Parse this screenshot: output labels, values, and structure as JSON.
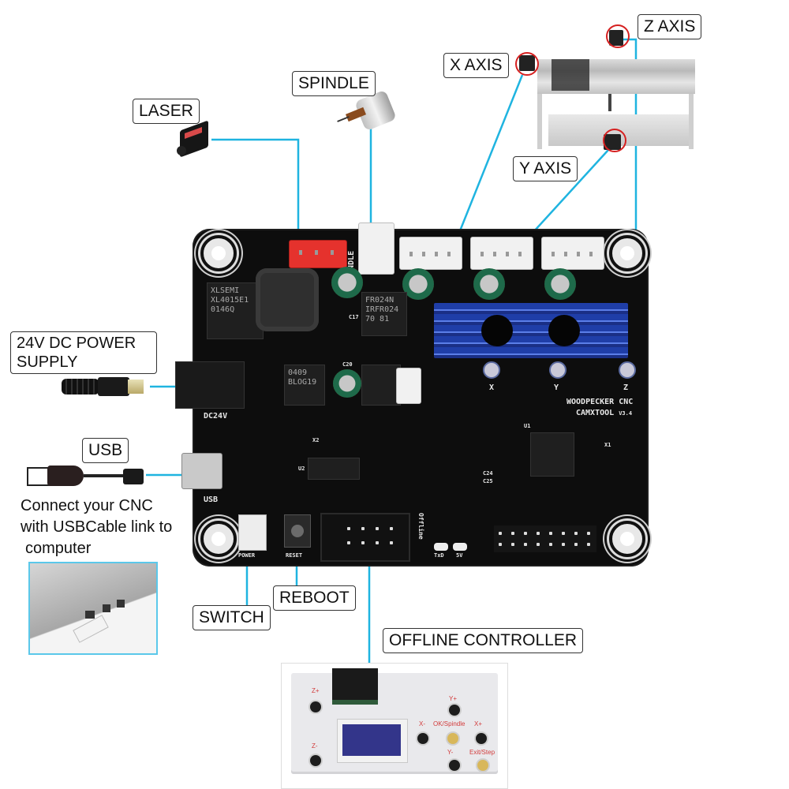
{
  "diagram": {
    "title": "Woodpecker CNC controller board wiring diagram",
    "wire_color": "#1fb4e0",
    "highlight_ring_color": "#d62020"
  },
  "labels": {
    "laser": "LASER",
    "spindle": "SPINDLE",
    "x_axis": "X AXIS",
    "y_axis": "Y AXIS",
    "z_axis": "Z AXIS",
    "power": "24V DC POWER SUPPLY",
    "usb": "USB",
    "switch": "SWITCH",
    "reboot": "REBOOT",
    "offline_controller": "OFFLINE CONTROLLER"
  },
  "captions": {
    "usb_line1": "Connect your CNC",
    "usb_line2": "with USBCable link to",
    "usb_line3": "computer"
  },
  "board": {
    "brand_line1": "WOODPECKER CNC",
    "brand_line2": "CAMXTOOL",
    "version": "V3.4",
    "silk": {
      "dc": "DC24V",
      "usb": "USB",
      "spindle": "SPINDLE",
      "offline": "Offline",
      "txd": "TxD",
      "five_v": "5V",
      "x": "X",
      "y": "Y",
      "z": "Z",
      "power": "POWER",
      "reset": "RESET",
      "u1": "U1",
      "u2": "U2",
      "x1": "X1",
      "x2": "X2",
      "c17": "C17",
      "c20": "C20",
      "c24": "C24",
      "c25": "C25"
    },
    "chips": {
      "regulator": [
        "XLSEMI",
        "XL4015E1",
        "0146Q"
      ],
      "mosfet": [
        "FR024N",
        "IRFR024",
        "70 81"
      ],
      "driver": [
        "0409",
        "BLOG19"
      ]
    }
  },
  "controller": {
    "buttons": {
      "z_plus": "Z+",
      "z_minus": "Z-",
      "y_plus": "Y+",
      "y_minus": "Y-",
      "x_minus": "X-",
      "x_plus": "X+",
      "ok_spindle": "OK/Spindle",
      "exit_step": "Exit/Step"
    }
  }
}
